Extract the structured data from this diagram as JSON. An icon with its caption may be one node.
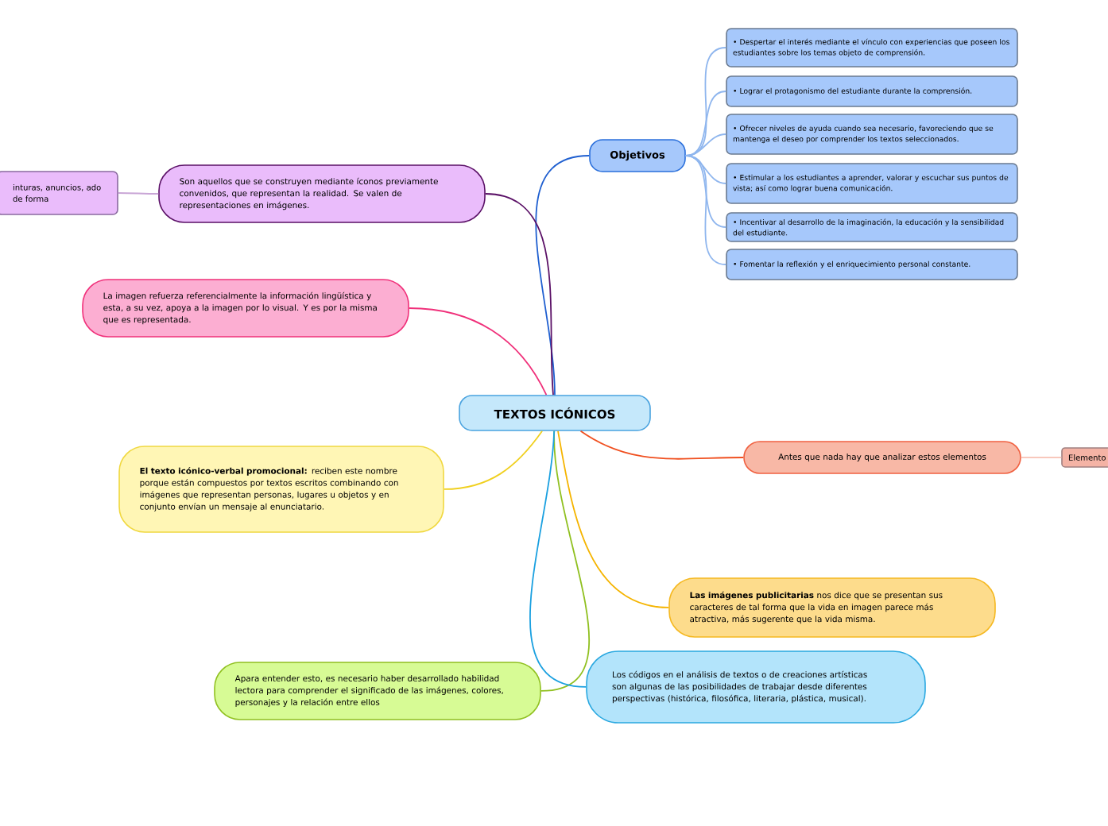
{
  "diagram": {
    "nodes": [
      {
        "text": [
          "TEXTOS ICÓNICOS"
        ]
      },
      {
        "text": [
          "Objetivos"
        ]
      },
      {
        "text": [
          "•      Despertar el interés mediante el vínculo con experiencias que poseen los estudiantes sobre los temas objeto de comprensión."
        ]
      },
      {
        "text": [
          "•      Lograr el protagonismo del estudiante durante la comprensión."
        ]
      },
      {
        "text": [
          "•      Ofrecer niveles de ayuda cuando sea necesario, favoreciendo que se mantenga el deseo por comprender los textos seleccionados."
        ]
      },
      {
        "text": [
          "•      Estimular a los estudiantes a aprender, valorar y escuchar sus puntos de vista; así como lograr buena comunicación."
        ]
      },
      {
        "text": [
          "•      Incentivar al desarrollo de la imaginación, la educación y la sensibilidad del estudiante."
        ]
      },
      {
        "text": [
          "•      Fomentar la reflexión y el enriquecimiento personal constante."
        ]
      },
      {
        "text": [
          "Son aquellos que se construyen mediante íconos previamente convenidos, que representan la realidad. Se valen de representaciones en imágenes."
        ]
      },
      {
        "text": [
          "inturas, anuncios, ado de forma"
        ]
      },
      {
        "text": [
          "La imagen refuerza referencialmente la información lingüística y esta, a su vez, apoya a la imagen por lo visual. Y es por la misma que es representada."
        ]
      },
      {
        "text": [
          "**El texto icónico-verbal promocional:** reciben este nombre porque están compuestos por textos escritos combinando con imágenes que representan personas, lugares u objetos y en conjunto envían un mensaje al enunciatario."
        ]
      },
      {
        "text": [
          "Apara entender esto, es necesario haber desarrollado habilidad lectora para comprender el significado de las imágenes, colores, personajes y la relación entre ellos"
        ]
      },
      {
        "text": [
          "Antes que nada hay que analizar estos elementos"
        ]
      },
      {
        "text": [
          "Elemento"
        ]
      },
      {
        "text": [
          "**Las imágenes publicitarias** nos dice que se  presentan sus caracteres de tal forma que la vida en imagen parece más atractiva, más sugerente que la vida misma."
        ]
      },
      {
        "text": [
          "Los códigos en el análisis de textos o de creaciones artísticas son algunas de las posibilidades de trabajar desde diferentes perspectivas (histórica, filosófica, literaria, plástica, musical)."
        ]
      }
    ],
    "edges": [
      {
        "from": 0,
        "to": 1,
        "arrow": "none",
        "color": "#1f5fd0"
      },
      {
        "from": 1,
        "to": 2,
        "arrow": "none",
        "color": "#8fb6ee"
      },
      {
        "from": 1,
        "to": 3,
        "arrow": "none",
        "color": "#8fb6ee"
      },
      {
        "from": 1,
        "to": 4,
        "arrow": "none",
        "color": "#8fb6ee"
      },
      {
        "from": 1,
        "to": 5,
        "arrow": "none",
        "color": "#8fb6ee"
      },
      {
        "from": 1,
        "to": 6,
        "arrow": "none",
        "color": "#8fb6ee"
      },
      {
        "from": 1,
        "to": 7,
        "arrow": "none",
        "color": "#8fb6ee"
      },
      {
        "from": 0,
        "to": 8,
        "arrow": "none",
        "color": "#5a1066"
      },
      {
        "from": 8,
        "to": 9,
        "arrow": "none",
        "color": "#c9a6d6"
      },
      {
        "from": 0,
        "to": 10,
        "arrow": "none",
        "color": "#f0307a"
      },
      {
        "from": 0,
        "to": 11,
        "arrow": "none",
        "color": "#f0d020"
      },
      {
        "from": 0,
        "to": 12,
        "arrow": "none",
        "color": "#90c020"
      },
      {
        "from": 0,
        "to": 13,
        "arrow": "none",
        "color": "#f05020"
      },
      {
        "from": 13,
        "to": 14,
        "arrow": "none",
        "color": "#f8c8bc"
      },
      {
        "from": 0,
        "to": 15,
        "arrow": "none",
        "color": "#f5b400"
      },
      {
        "from": 0,
        "to": 16,
        "arrow": "none",
        "color": "#1aa0e0"
      }
    ]
  }
}
